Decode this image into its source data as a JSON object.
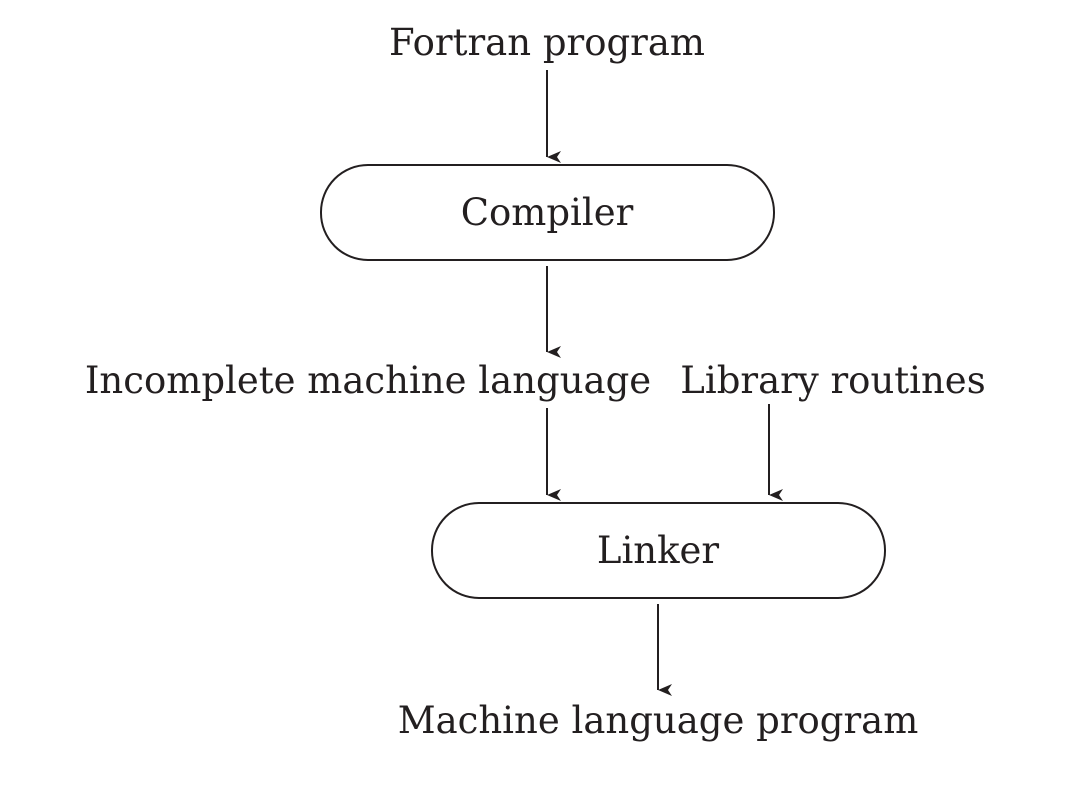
{
  "nodes": {
    "input": "Fortran program",
    "compiler": "Compiler",
    "intermediate": "Incomplete machine language",
    "library": "Library routines",
    "linker": "Linker",
    "output": "Machine language program"
  }
}
